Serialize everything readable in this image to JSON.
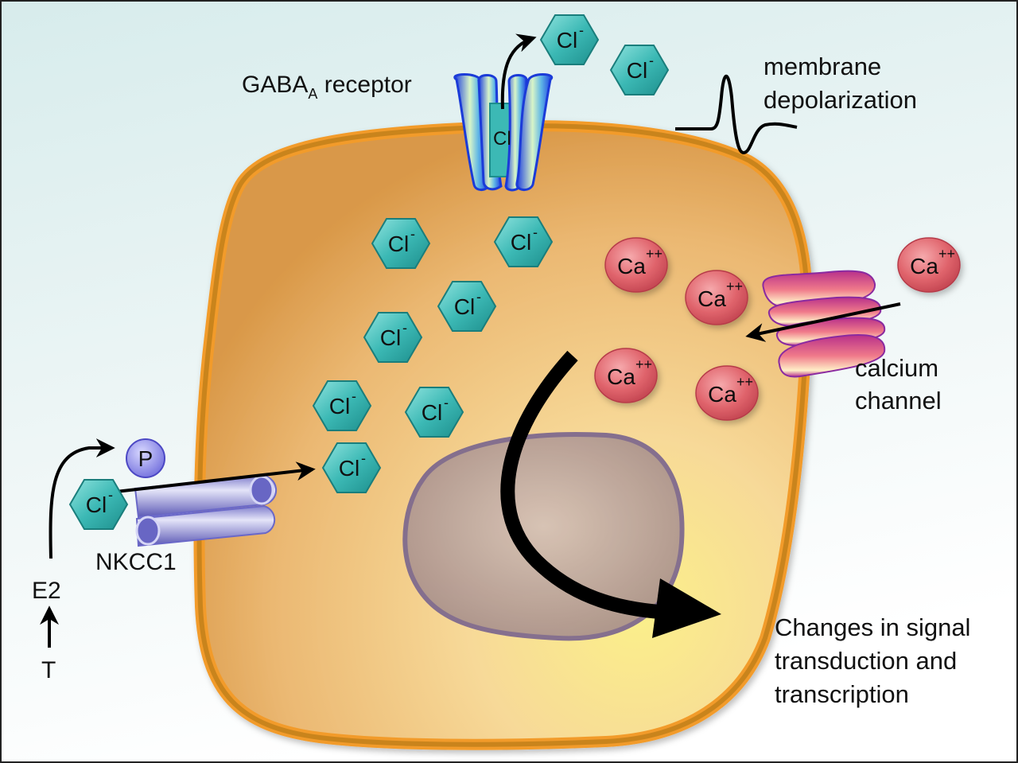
{
  "labels": {
    "gaba_receptor_main": "GABA",
    "gaba_receptor_sub": "A",
    "gaba_receptor_rest": " receptor",
    "membrane_line1": "membrane",
    "membrane_line2": "depolarization",
    "calcium_line1": "calcium",
    "calcium_line2": "channel",
    "nkcc1": "NKCC1",
    "e2": "E2",
    "t": "T",
    "phosphate": "P",
    "changes_line1": "Changes in signal",
    "changes_line2": "transduction and",
    "changes_line3": "transcription"
  },
  "ions": {
    "chloride": {
      "symbol": "Cl",
      "charge": "-",
      "color": "#3bb7b4"
    },
    "calcium": {
      "symbol": "Ca",
      "charge": "++",
      "color": "#e0646c"
    }
  },
  "colors": {
    "background": "#e3f1f1",
    "cell_fill": "#e9b56a",
    "cell_membrane": "#f29b2a",
    "nucleus": "#b9a09a",
    "nucleus_border": "#7f6a8e",
    "gaba_receptor": "#2f5fe0",
    "calcium_channel": "#c9387e",
    "nkcc1": "#8a88d8"
  }
}
